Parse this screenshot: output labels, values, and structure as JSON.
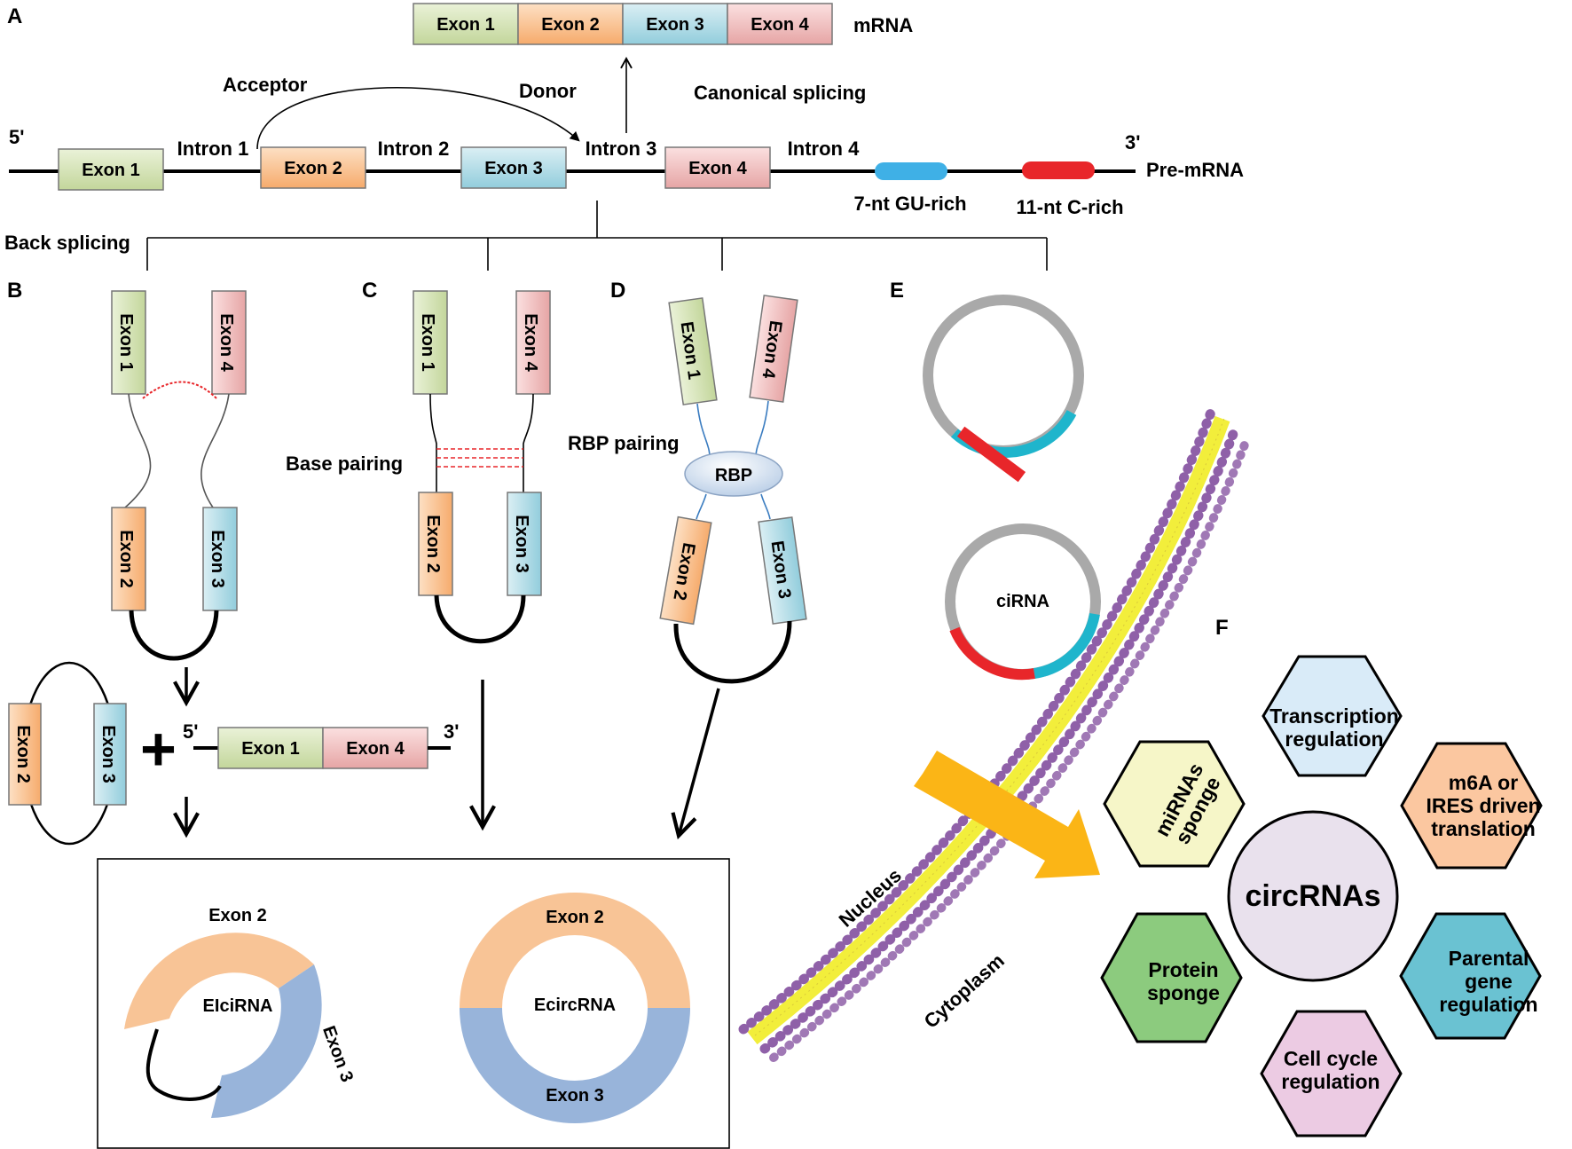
{
  "colors": {
    "exon1": "#d7e4bd",
    "exon2": "#fac090",
    "exon3": "#b7dee8",
    "exon4": "#f2c4c4",
    "gu_rich": "#3fb0e6",
    "c_rich": "#e8262a",
    "membrane_head": "#8f60a8",
    "membrane_tail": "#f2ee3b",
    "arrow_orange": "#fbb516",
    "ring_exon2": "#f8c496",
    "ring_exon3": "#98b4da",
    "hex_transcription": "#d9ebf8",
    "hex_translation": "#fbc7a0",
    "hex_parental": "#6ac2d2",
    "hex_cellcycle": "#eccbe3",
    "hex_protein": "#8ccb7e",
    "hex_mirna": "#f6f6c8",
    "center_circle": "#e9e1ed"
  },
  "panels": {
    "a": "A",
    "b": "B",
    "c": "C",
    "d": "D",
    "e": "E",
    "f": "F"
  },
  "exons": {
    "e1": "Exon 1",
    "e2": "Exon 2",
    "e3": "Exon 3",
    "e4": "Exon 4"
  },
  "introns": {
    "i1": "Intron 1",
    "i2": "Intron 2",
    "i3": "Intron 3",
    "i4": "Intron 4"
  },
  "labels": {
    "mrna": "mRNA",
    "acceptor": "Acceptor",
    "donor": "Donor",
    "canonical": "Canonical splicing",
    "five_prime": "5'",
    "three_prime": "3'",
    "pre_mrna": "Pre-mRNA",
    "gu_rich": "7-nt GU-rich",
    "c_rich": "11-nt C-rich",
    "back_splicing": "Back splicing",
    "base_pairing": "Base pairing",
    "rbp_pairing": "RBP pairing",
    "rbp": "RBP",
    "cirna": "ciRNA",
    "eicirna": "EIciRNA",
    "ecircrna": "EcircRNA",
    "nucleus": "Nucleus",
    "cytoplasm": "Cytoplasm",
    "plus": "+"
  },
  "functions": {
    "center": "circRNAs",
    "transcription": [
      "Transcription",
      "regulation"
    ],
    "translation": [
      "m6A or",
      "IRES driven",
      "translation"
    ],
    "parental": [
      "Parental",
      "gene",
      "regulation"
    ],
    "cellcycle": [
      "Cell cycle",
      "regulation"
    ],
    "protein": [
      "Protein",
      "sponge"
    ],
    "mirna": [
      "miRNAs",
      "sponge"
    ]
  }
}
